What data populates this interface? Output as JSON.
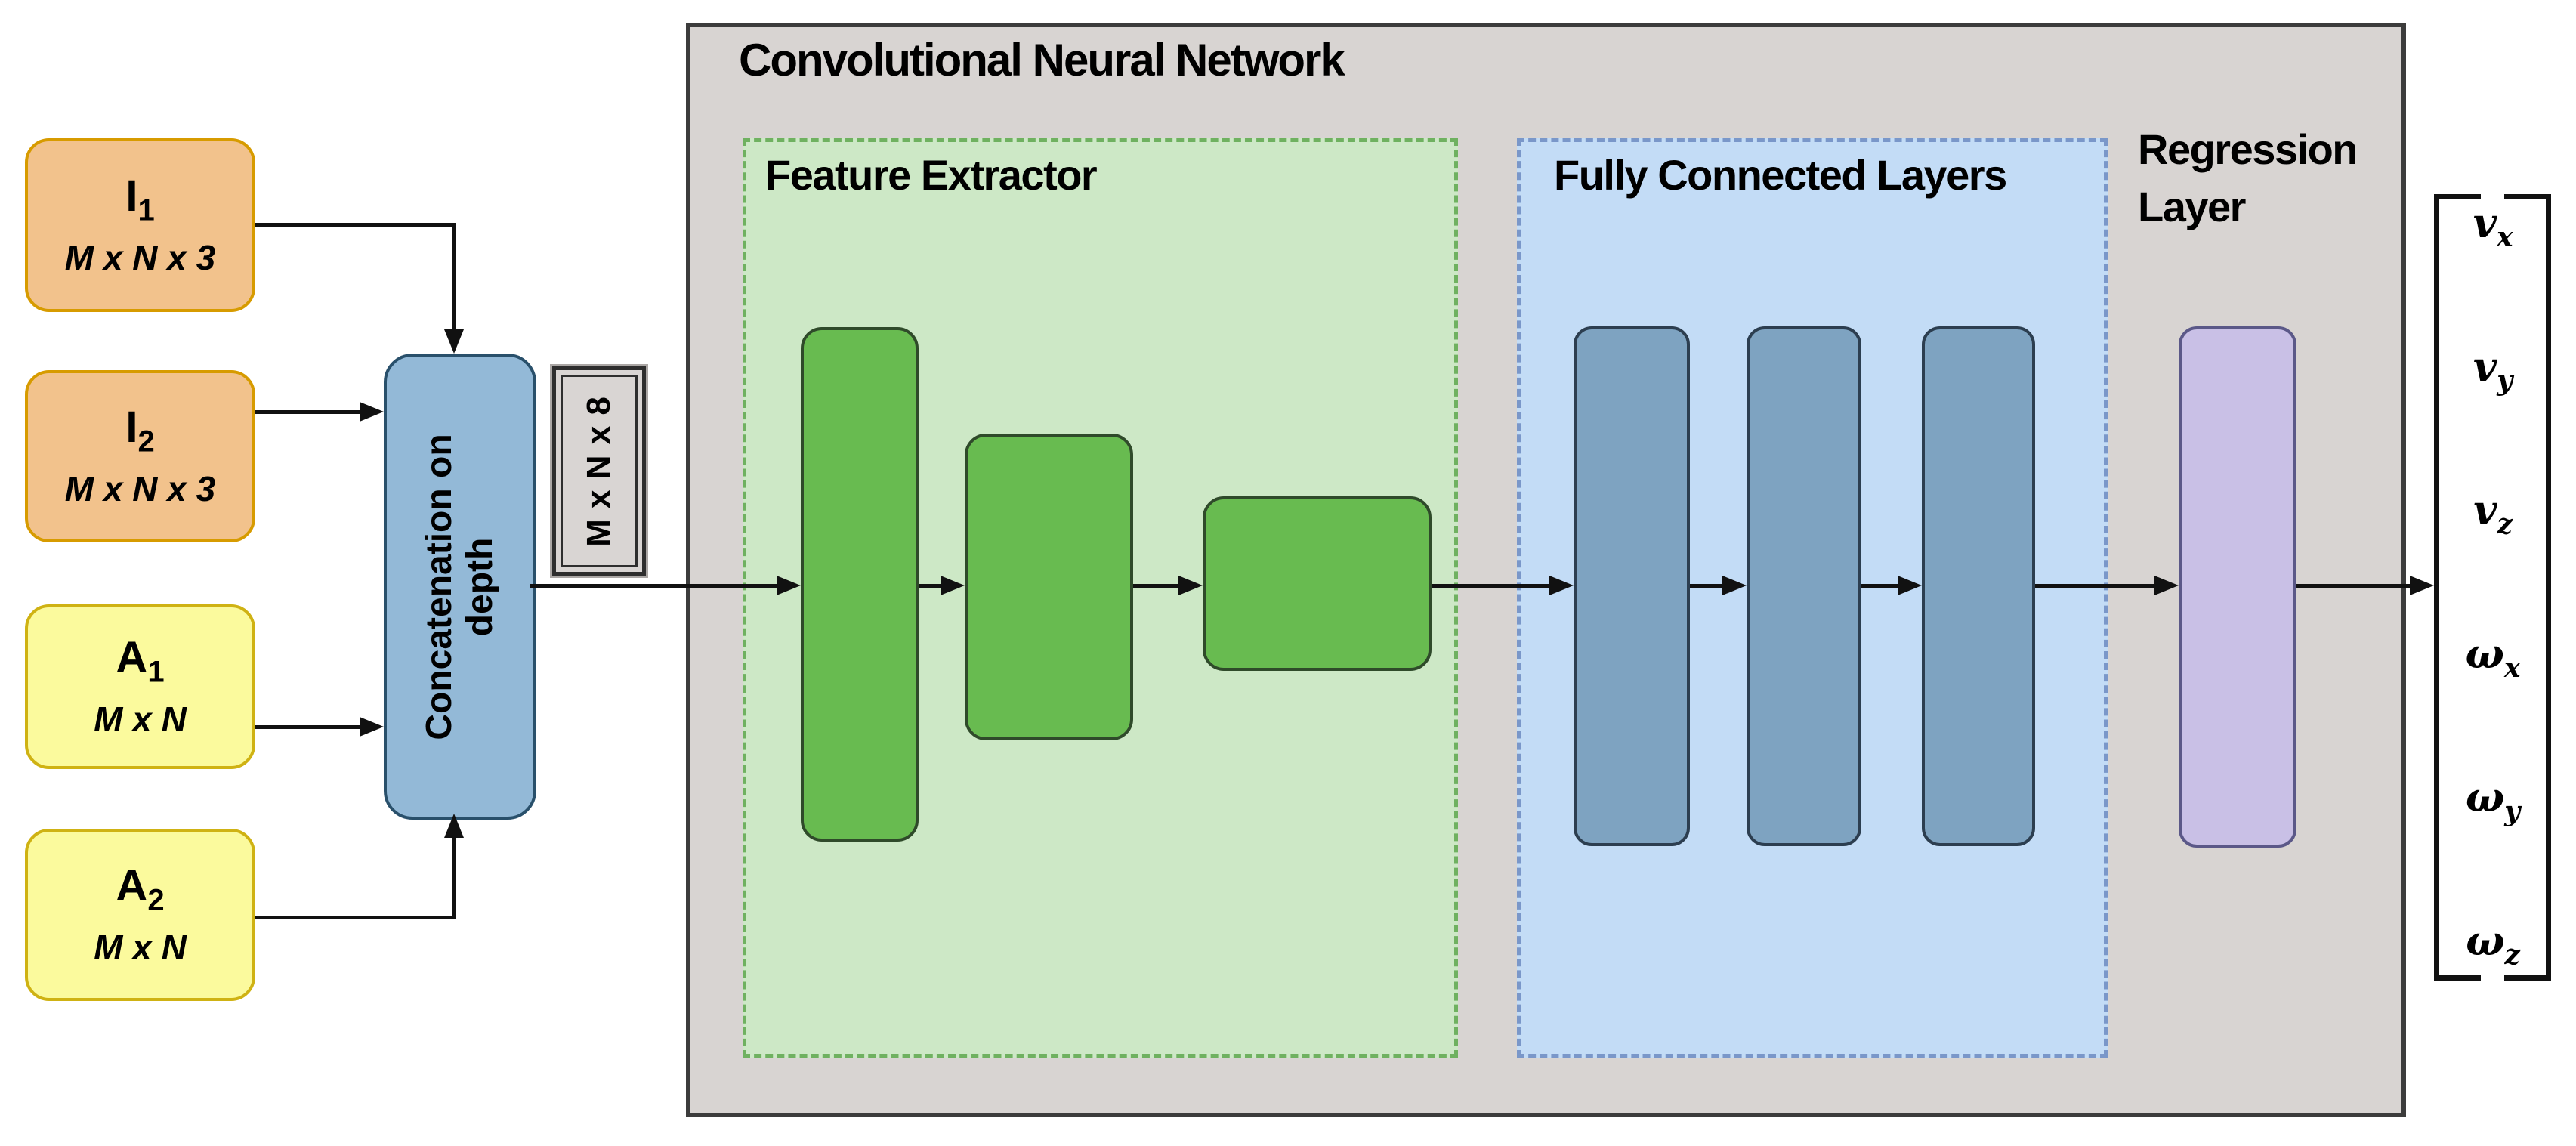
{
  "title": "Convolutional Neural Network",
  "inputs": [
    {
      "base": "I",
      "sub": "1",
      "dims": "M x N x 3"
    },
    {
      "base": "I",
      "sub": "2",
      "dims": "M x N x 3"
    },
    {
      "base": "A",
      "sub": "1",
      "dims": "M x N"
    },
    {
      "base": "A",
      "sub": "2",
      "dims": "M x N"
    }
  ],
  "concat": {
    "lines": [
      "Concatenation on",
      "depth"
    ]
  },
  "tensor_label": "M x N x 8",
  "sections": {
    "feature_extractor": "Feature Extractor",
    "fully_connected": "Fully Connected Layers",
    "regression_lines": [
      "Regression",
      "Layer"
    ]
  },
  "output_vector": [
    {
      "base": "v",
      "sub": "x"
    },
    {
      "base": "v",
      "sub": "y"
    },
    {
      "base": "v",
      "sub": "z"
    },
    {
      "base": "ω",
      "sub": "x"
    },
    {
      "base": "ω",
      "sub": "y"
    },
    {
      "base": "ω",
      "sub": "z"
    }
  ],
  "colors": {
    "canvas_bg": "#FFFFFF",
    "text": "#000000",
    "arrow": "#111111",
    "cnn_fill": "#D8D4D2",
    "cnn_stroke": "#3C3C3C",
    "orange_fill": "#F2C28C",
    "orange_stroke": "#D79B00",
    "yellow_fill": "#FBFA9D",
    "yellow_stroke": "#CFB213",
    "concat_fill": "#93B9D7",
    "concat_stroke": "#29506B",
    "tensor_fill": "#D9D5D3",
    "tensor_stroke": "#2E2E2E",
    "fe_fill": "#CDE8C6",
    "fe_stroke": "#6FB160",
    "conv_fill": "#68BB50",
    "conv_stroke": "#2F4A2A",
    "fc_fill": "#C3DCF6",
    "fc_stroke_dash": "#7A97C9",
    "fcblock_fill": "#7EA3C1",
    "fcblock_stroke": "#2C3E50",
    "reg_fill": "#C9C0E6",
    "reg_stroke": "#5B5888"
  }
}
